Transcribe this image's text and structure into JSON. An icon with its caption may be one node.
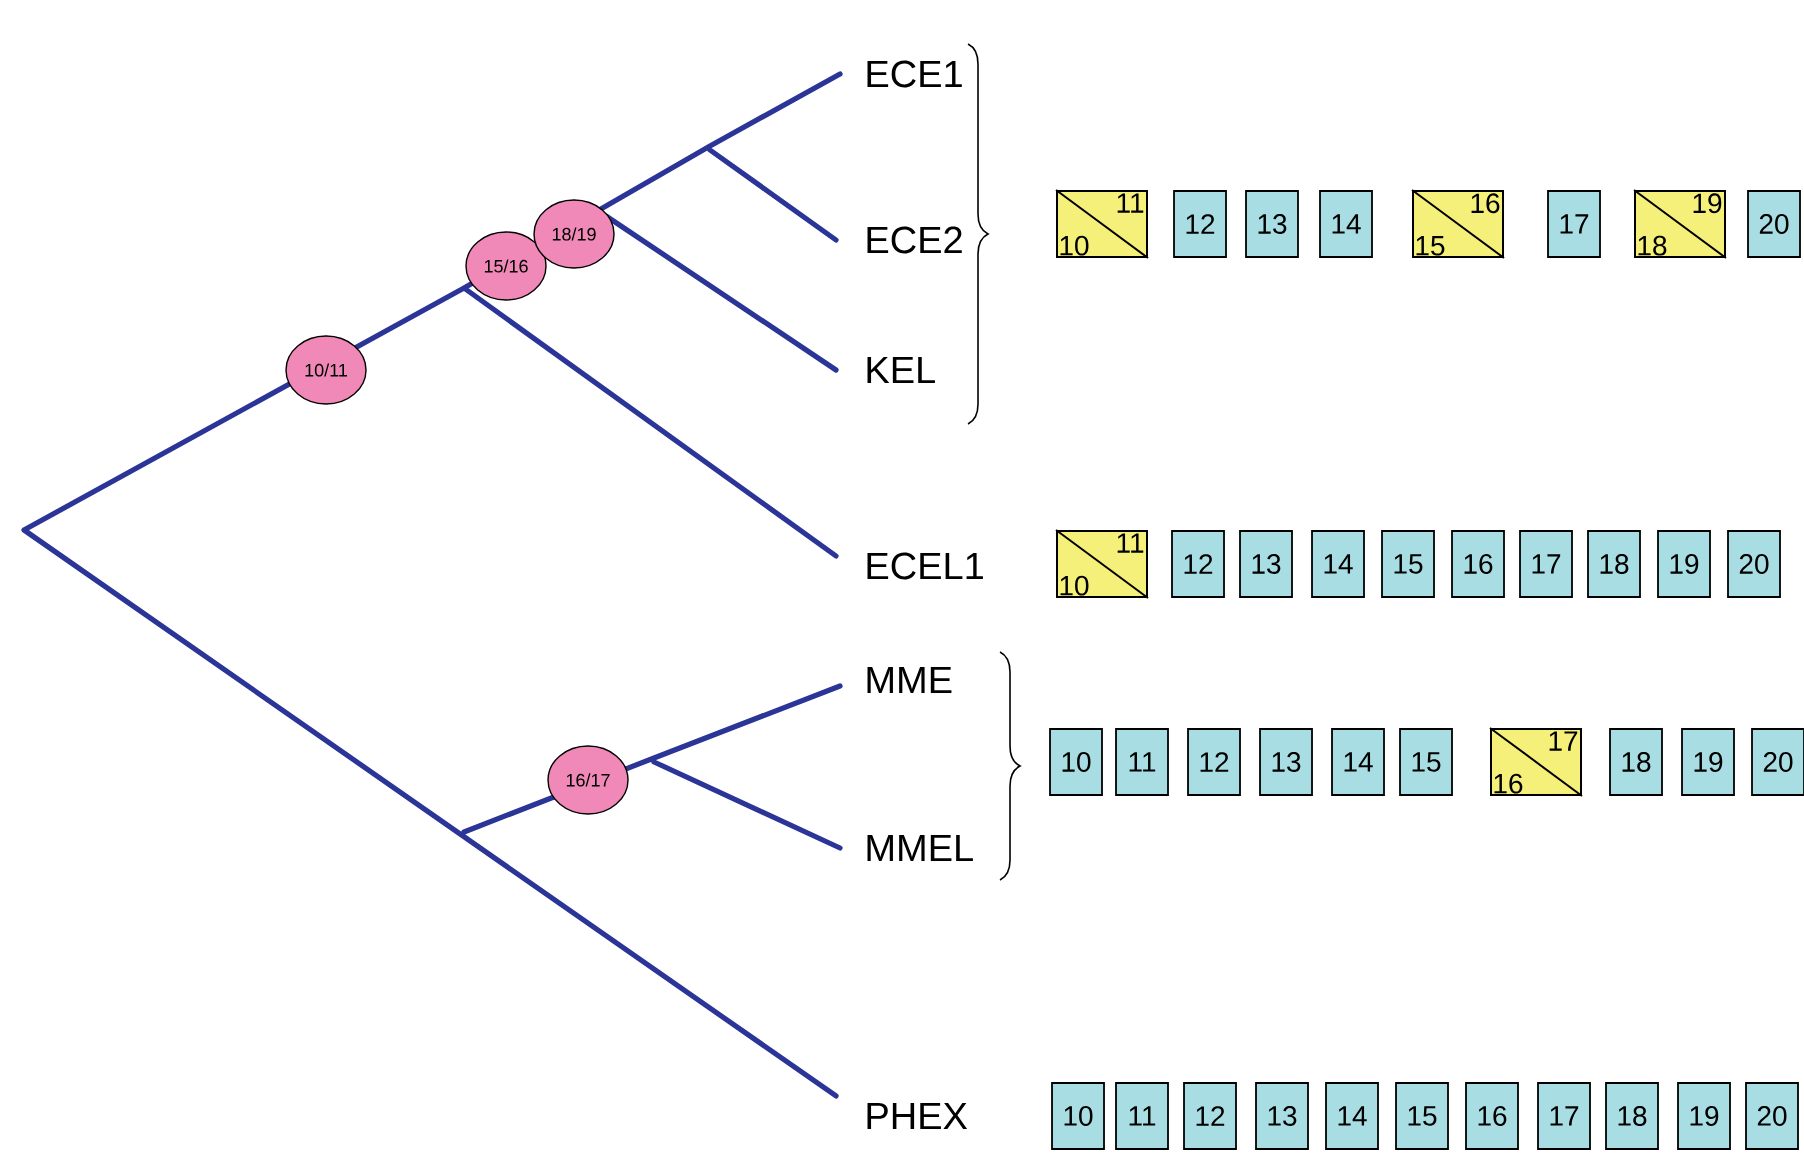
{
  "diagram": {
    "nodes": [
      {
        "text": [
          "10/11"
        ]
      },
      {
        "text": [
          "15/16"
        ]
      },
      {
        "text": [
          "18/19"
        ]
      },
      {
        "text": [
          "16/17"
        ]
      },
      {
        "text": [
          "10",
          "11"
        ]
      },
      {
        "text": [
          "12"
        ]
      },
      {
        "text": [
          "13"
        ]
      },
      {
        "text": [
          "14"
        ]
      },
      {
        "text": [
          "15",
          "16"
        ]
      },
      {
        "text": [
          "17"
        ]
      },
      {
        "text": [
          "18",
          "19"
        ]
      },
      {
        "text": [
          "20"
        ]
      },
      {
        "text": [
          "10",
          "11"
        ]
      },
      {
        "text": [
          "12"
        ]
      },
      {
        "text": [
          "13"
        ]
      },
      {
        "text": [
          "14"
        ]
      },
      {
        "text": [
          "15"
        ]
      },
      {
        "text": [
          "16"
        ]
      },
      {
        "text": [
          "17"
        ]
      },
      {
        "text": [
          "18"
        ]
      },
      {
        "text": [
          "19"
        ]
      },
      {
        "text": [
          "20"
        ]
      },
      {
        "text": [
          "10"
        ]
      },
      {
        "text": [
          "11"
        ]
      },
      {
        "text": [
          "12"
        ]
      },
      {
        "text": [
          "13"
        ]
      },
      {
        "text": [
          "14"
        ]
      },
      {
        "text": [
          "15"
        ]
      },
      {
        "text": [
          "16",
          "17"
        ]
      },
      {
        "text": [
          "18"
        ]
      },
      {
        "text": [
          "19"
        ]
      },
      {
        "text": [
          "20"
        ]
      },
      {
        "text": [
          "10"
        ]
      },
      {
        "text": [
          "11"
        ]
      },
      {
        "text": [
          "12"
        ]
      },
      {
        "text": [
          "13"
        ]
      },
      {
        "text": [
          "14"
        ]
      },
      {
        "text": [
          "15"
        ]
      },
      {
        "text": [
          "16"
        ]
      },
      {
        "text": [
          "17"
        ]
      },
      {
        "text": [
          "18"
        ]
      },
      {
        "text": [
          "19"
        ]
      },
      {
        "text": [
          "20"
        ]
      }
    ],
    "labels": [
      "ECE1",
      "ECE2",
      "KEL",
      "ECEL1",
      "MME",
      "MMEL",
      "PHEX"
    ]
  }
}
